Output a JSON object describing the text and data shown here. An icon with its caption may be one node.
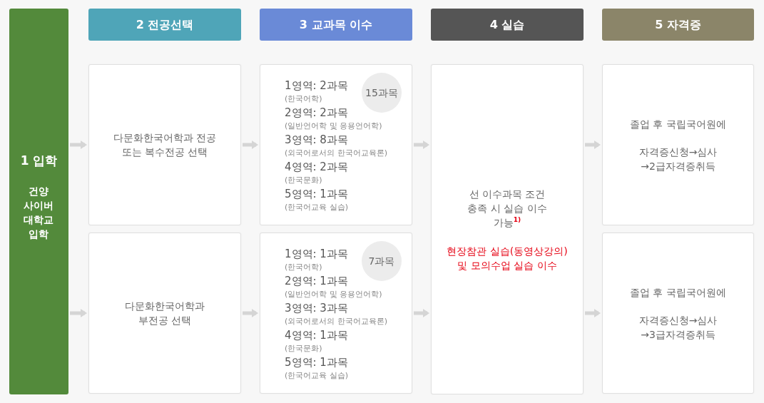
{
  "diagram": {
    "nodes": [
      {
        "text": [
          "1 입학",
          "건양 사이버 대학교 입학"
        ]
      },
      {
        "text": [
          "2 전공선택"
        ]
      },
      {
        "text": [
          "3 교과목 이수"
        ]
      },
      {
        "text": [
          "4 실습"
        ]
      },
      {
        "text": [
          "5 자격증"
        ]
      },
      {
        "text": [
          "다문화한국어학과 전공 또는 복수전공 선택"
        ]
      },
      {
        "text": [
          "1영역: 2과목",
          "(한국어학)",
          "2영역: 2과목",
          "(일반언어학 및 응용언어학)",
          "3영역: 8과목",
          "(외국어로서의 한국어교육론)",
          "4영역: 2과목",
          "(한국문화)",
          "5영역: 1과목",
          "(한국어교육 실습)"
        ]
      },
      {
        "text": [
          "15과목"
        ],
        "in": 6
      },
      {
        "text": [
          "다문화한국어학과 부전공 선택"
        ]
      },
      {
        "text": [
          "1영역: 1과목",
          "(한국어학)",
          "2영역: 1과목",
          "(일반언어학 및 응용언어학)",
          "3영역: 3과목",
          "(외국어로서의 한국어교육론)",
          "4영역: 1과목",
          "(한국문화)",
          "5영역: 1과목",
          "(한국어교육 실습)"
        ]
      },
      {
        "text": [
          "7과목"
        ],
        "in": 9
      },
      {
        "text": [
          "선 이수과목 조건 충족 시 실습 이수 가능$^{1)}$",
          "현장참관 실습(동영상강의) 및 모의수업 실습 이수"
        ]
      },
      {
        "text": [
          "졸업 후 국립국어원에",
          "자격증신청→심사 →2급자격증취득"
        ]
      },
      {
        "text": [
          "졸업 후 국립국어원에",
          "자격증신청→심사 →3급자격증취득"
        ]
      }
    ],
    "edges": [
      {
        "from": 0,
        "to": 5,
        "arrow": "to"
      },
      {
        "from": 0,
        "to": 8,
        "arrow": "to"
      },
      {
        "from": 5,
        "to": 6,
        "arrow": "to"
      },
      {
        "from": 8,
        "to": 9,
        "arrow": "to"
      },
      {
        "from": 6,
        "to": 11,
        "arrow": "to"
      },
      {
        "from": 9,
        "to": 11,
        "arrow": "to"
      },
      {
        "from": 11,
        "to": 12,
        "arrow": "to"
      },
      {
        "from": 11,
        "to": 13,
        "arrow": "to"
      }
    ]
  }
}
